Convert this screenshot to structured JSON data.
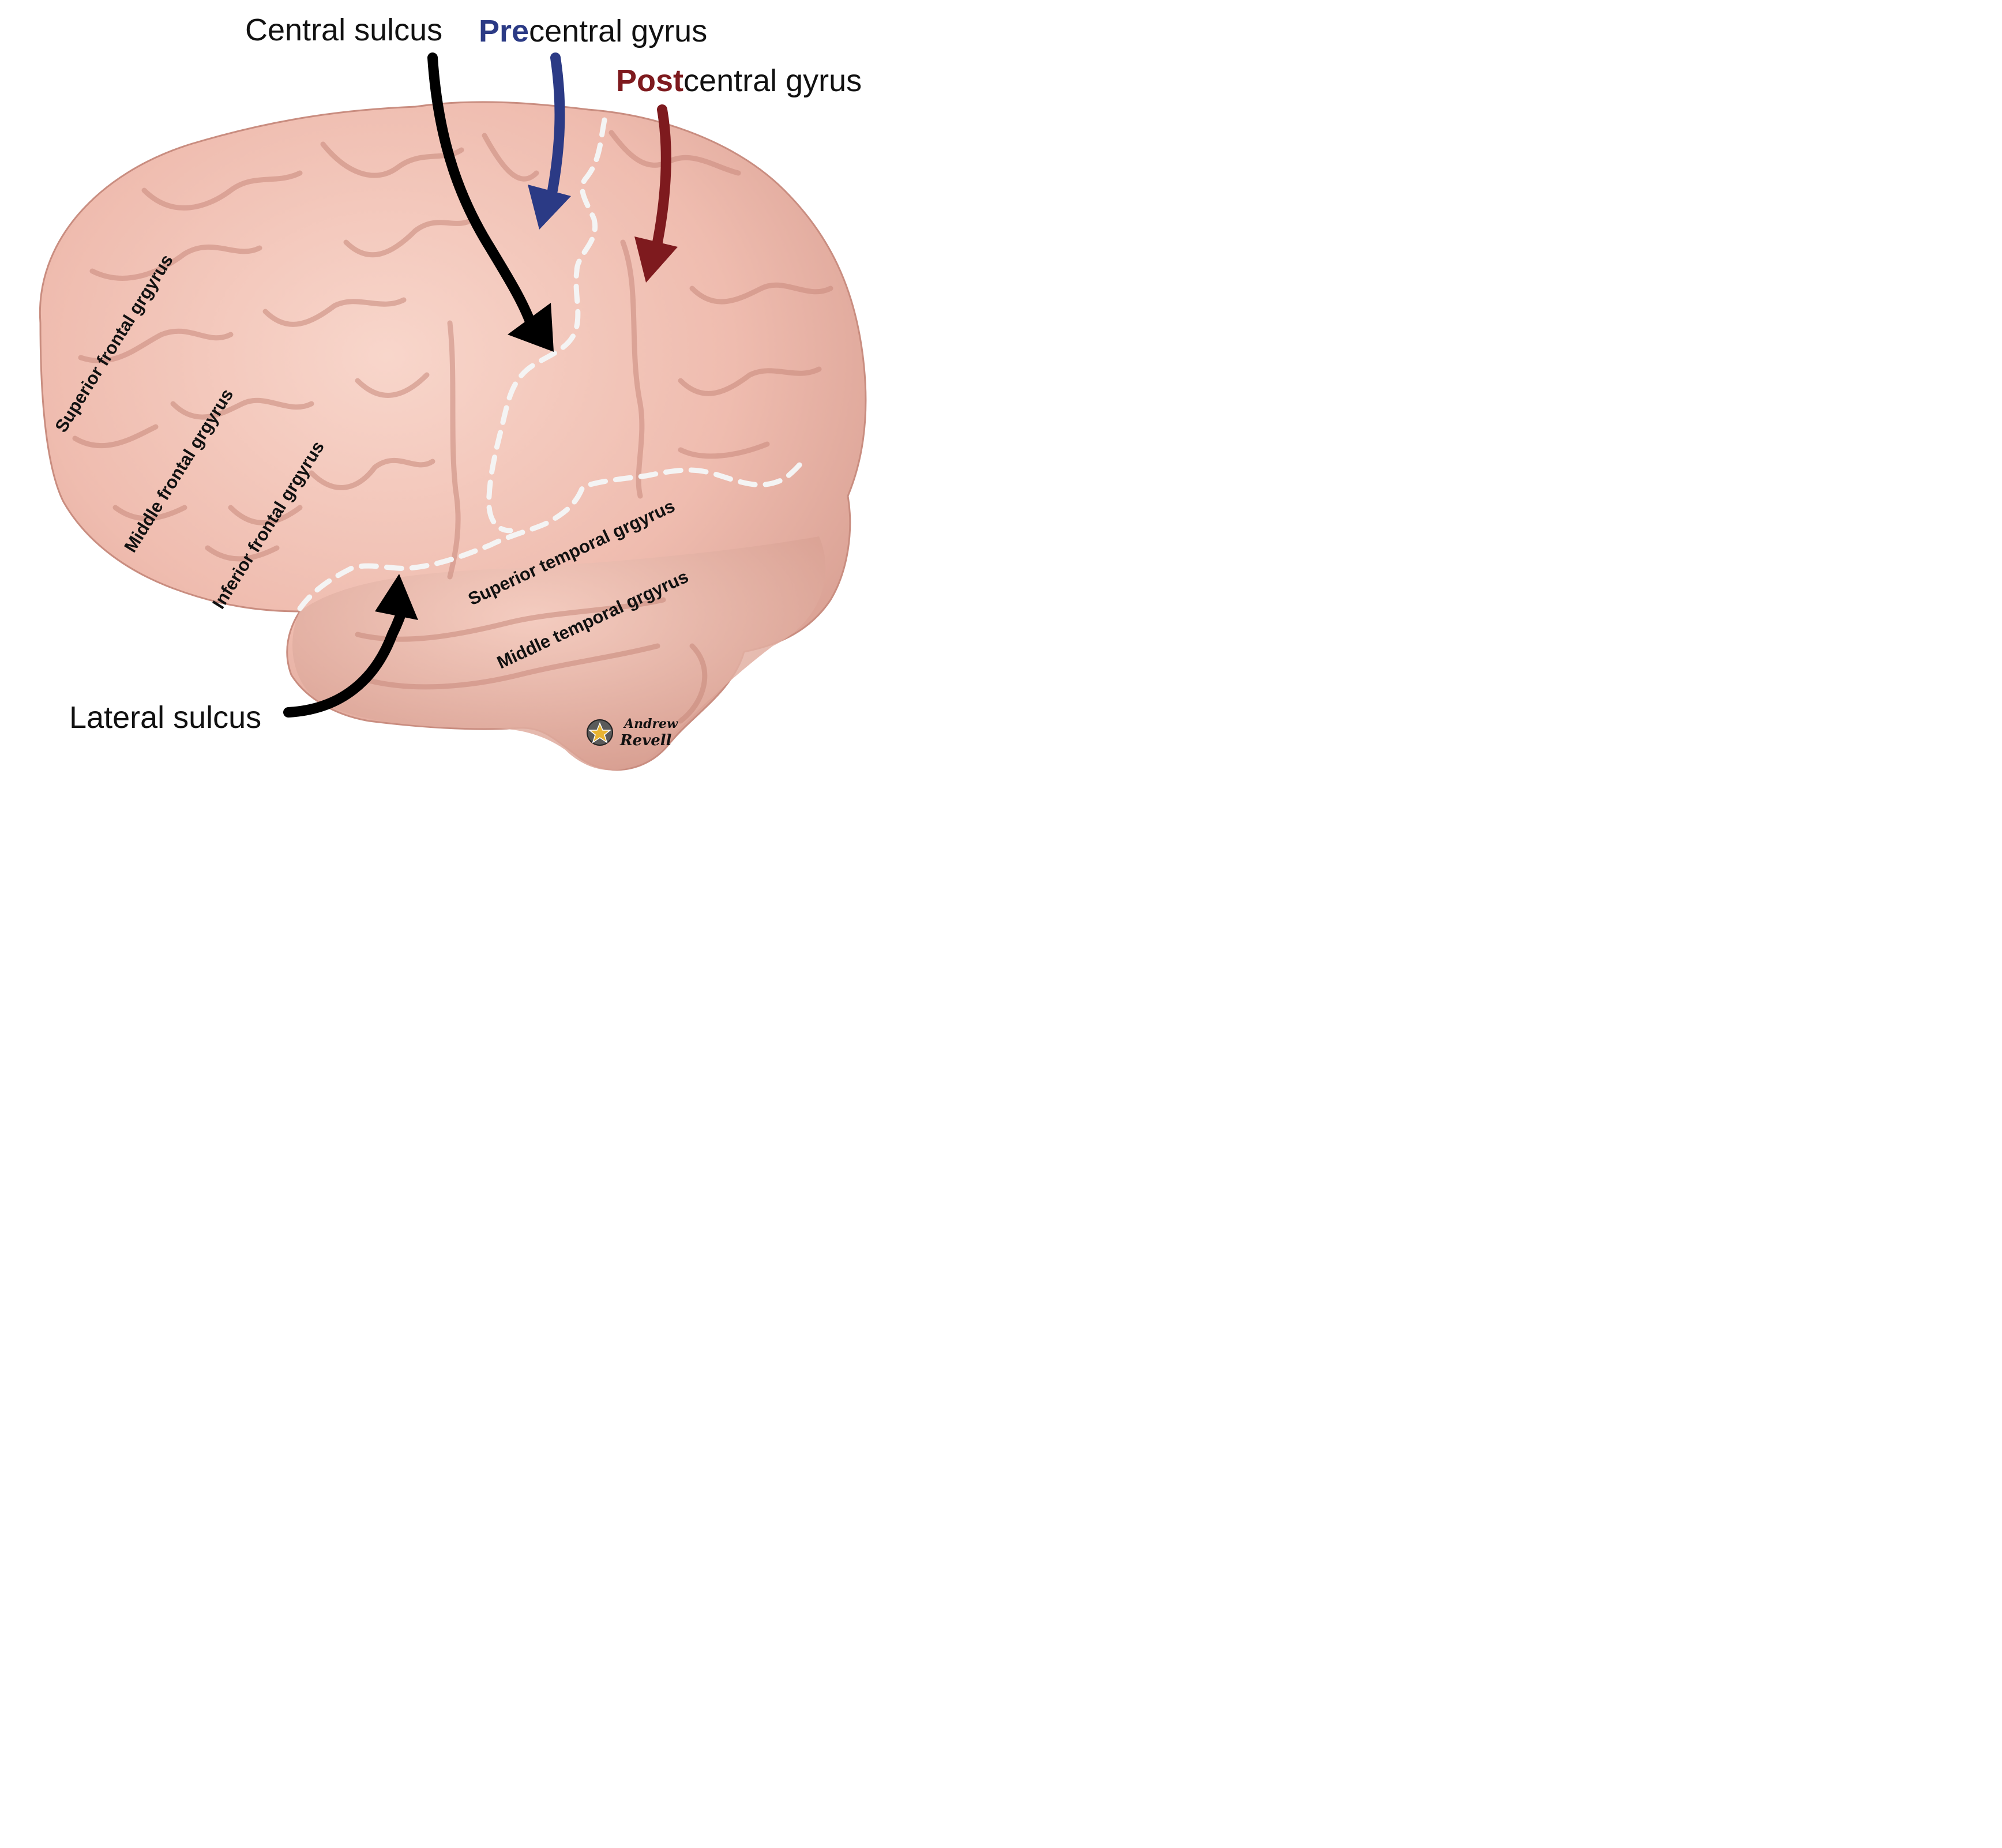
{
  "title_labels": {
    "central_sulcus": "Central sulcus",
    "precentral_prefix": "Pre",
    "precentral_rest": "central gyrus",
    "postcentral_prefix": "Post",
    "postcentral_rest": "central gyrus",
    "lateral_sulcus": "Lateral sulcus"
  },
  "gyri": {
    "superior_frontal": "Superior frontal grgyrus",
    "middle_frontal": "Middle frontal grgyrus",
    "inferior_frontal": "Inferior frontal grgyrus",
    "superior_temporal": "Superior temporal grgyrus",
    "middle_temporal": "Middle temporal grgyrus"
  },
  "signature": {
    "line1": "Andrew",
    "line2": "Revell"
  },
  "colors": {
    "precentral": "#2b3a85",
    "postcentral": "#7e1a1e",
    "arrow_black": "#000000",
    "brain_fill": "#efbcaf",
    "brain_shadow": "#c98d80",
    "dash": "#f4f4f4"
  }
}
